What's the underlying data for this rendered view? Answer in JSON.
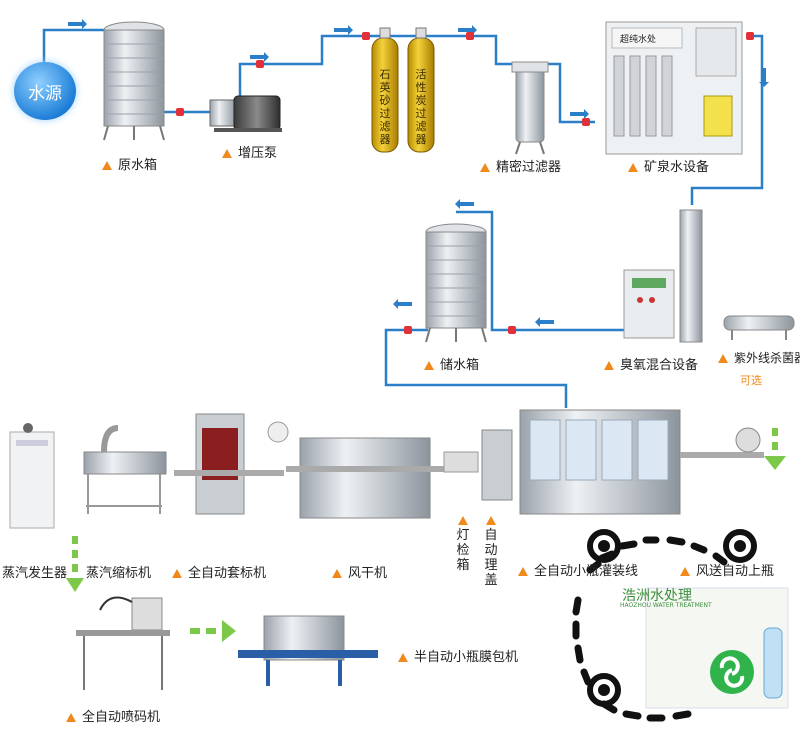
{
  "source_label": "水源",
  "tower_labels": {
    "left": "石英砂过滤器",
    "right": "活性炭过滤器"
  },
  "panel_label": "超纯水处",
  "brand": {
    "name": "浩洲水处理",
    "en": "HAOZHOU WATER TREATMENT"
  },
  "stages": [
    {
      "id": "raw-tank",
      "label": "原水箱"
    },
    {
      "id": "booster-pump",
      "label": "增压泵"
    },
    {
      "id": "precision-filter",
      "label": "精密过滤器"
    },
    {
      "id": "mineral-water-equipment",
      "label": "矿泉水设备"
    },
    {
      "id": "storage-tank",
      "label": "储水箱"
    },
    {
      "id": "ozone-mixing",
      "label": "臭氧混合设备"
    },
    {
      "id": "uv-sterilizer",
      "label": "紫外线杀菌器",
      "note": "可选"
    },
    {
      "id": "steam-generator",
      "label": "蒸汽发生器"
    },
    {
      "id": "steam-shrink",
      "label": "蒸汽缩标机"
    },
    {
      "id": "auto-sleeve",
      "label": "全自动套标机"
    },
    {
      "id": "air-dryer",
      "label": "风干机"
    },
    {
      "id": "light-box",
      "label": "灯检箱"
    },
    {
      "id": "cap-sorter",
      "label": "自动理盖"
    },
    {
      "id": "filling-line",
      "label": "全自动小瓶灌装线"
    },
    {
      "id": "bottle-feeder",
      "label": "风送自动上瓶"
    },
    {
      "id": "inkjet-coder",
      "label": "全自动喷码机"
    },
    {
      "id": "film-wrapper",
      "label": "半自动小瓶膜包机"
    }
  ],
  "colors": {
    "pipe": "#2a7fc8",
    "flow_arrow": "#2a7fc8",
    "valve": "#e0303a",
    "bullet": "#f08a1c",
    "green_arrow": "#7cc94a",
    "steel": "#c9ced3"
  }
}
